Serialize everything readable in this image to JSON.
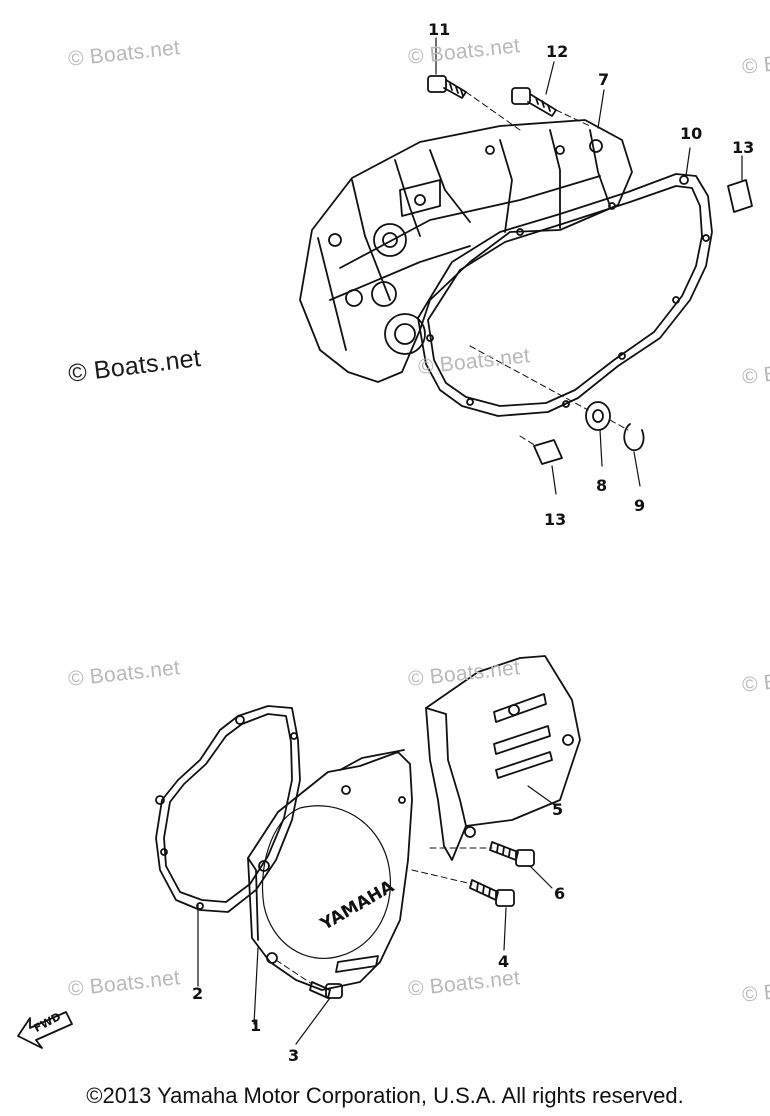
{
  "watermarks": {
    "w1": "© Boats.net",
    "w2": "© Boats.net",
    "w3": "© Boats.net",
    "w4": "© Boats.net",
    "w5": "© Boats.net",
    "w6": "© Boats.net",
    "w7": "© Boats.net",
    "w8": "© Boats.net",
    "w9": "© Boats.net",
    "w10": "© Boats.net",
    "w11": "© Boats.net",
    "w12": "© Boats.net"
  },
  "callouts": {
    "c1": "1",
    "c2": "2",
    "c3": "3",
    "c4": "4",
    "c5": "5",
    "c6": "6",
    "c7": "7",
    "c8": "8",
    "c9": "9",
    "c10": "10",
    "c11": "11",
    "c12": "12",
    "c13_top": "13",
    "c13_bottom": "13"
  },
  "fwd_label": "FWD",
  "cover_logo": "YAMAHA",
  "copyright": "©2013 Yamaha Motor Corporation, U.S.A. All rights reserved."
}
